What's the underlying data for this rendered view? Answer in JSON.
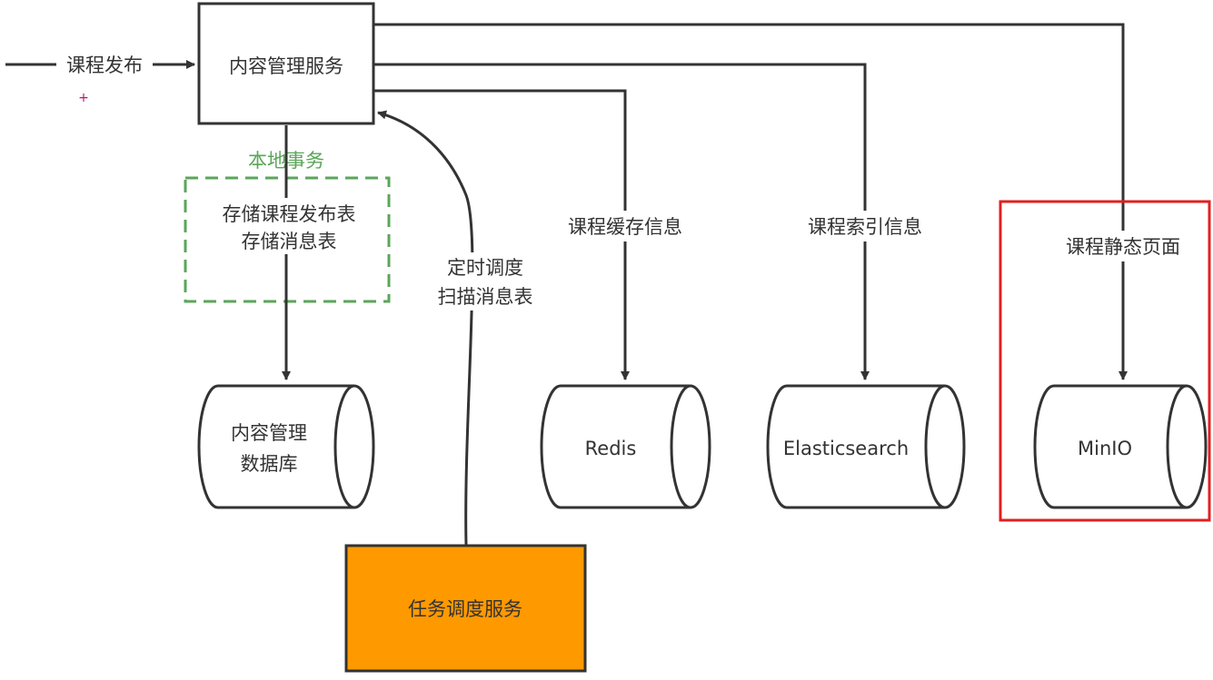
{
  "input_label": "课程发布",
  "content_service": {
    "label": "内容管理服务"
  },
  "local_transaction": {
    "title": "本地事务",
    "line1": "存储课程发布表",
    "line2": "存储消息表",
    "color": "#5aa65a"
  },
  "content_db": {
    "line1": "内容管理",
    "line2": "数据库"
  },
  "scheduler_arrow": {
    "line1": "定时调度",
    "line2": "扫描消息表"
  },
  "task_scheduler": {
    "label": "任务调度服务",
    "color": "#ff9900"
  },
  "redis": {
    "edge_label": "课程缓存信息",
    "label": "Redis"
  },
  "elasticsearch": {
    "edge_label": "课程索引信息",
    "label": "Elasticsearch"
  },
  "minio": {
    "edge_label": "课程静态页面",
    "label": "MinIO",
    "highlight_color": "#e02020"
  }
}
